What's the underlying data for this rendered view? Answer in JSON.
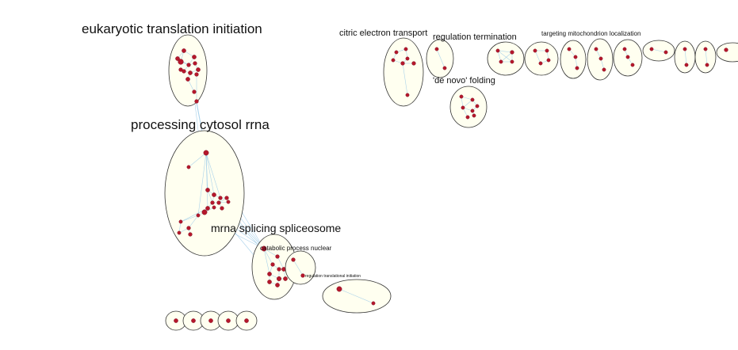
{
  "title": "",
  "colors": {
    "cluster_fill": "#fffff0",
    "cluster_stroke": "#333333",
    "node": "#b5172c",
    "edge": "#9ccbe8"
  },
  "clusters": [
    {
      "id": "c1",
      "label": "eukaryotic translation initiation"
    },
    {
      "id": "c2",
      "label": "processing cytosol rrna"
    },
    {
      "id": "c3",
      "label": "mrna splicing spliceosome"
    },
    {
      "id": "c4",
      "label": "catabolic process nuclear"
    },
    {
      "id": "c5",
      "label": "regulation translational initiation"
    },
    {
      "id": "c6",
      "label": "citric electron transport"
    },
    {
      "id": "c7",
      "label": "regulation termination"
    },
    {
      "id": "c8",
      "label": "'de novo' folding"
    },
    {
      "id": "c9",
      "label": "targeting mitochondrion localization"
    }
  ]
}
